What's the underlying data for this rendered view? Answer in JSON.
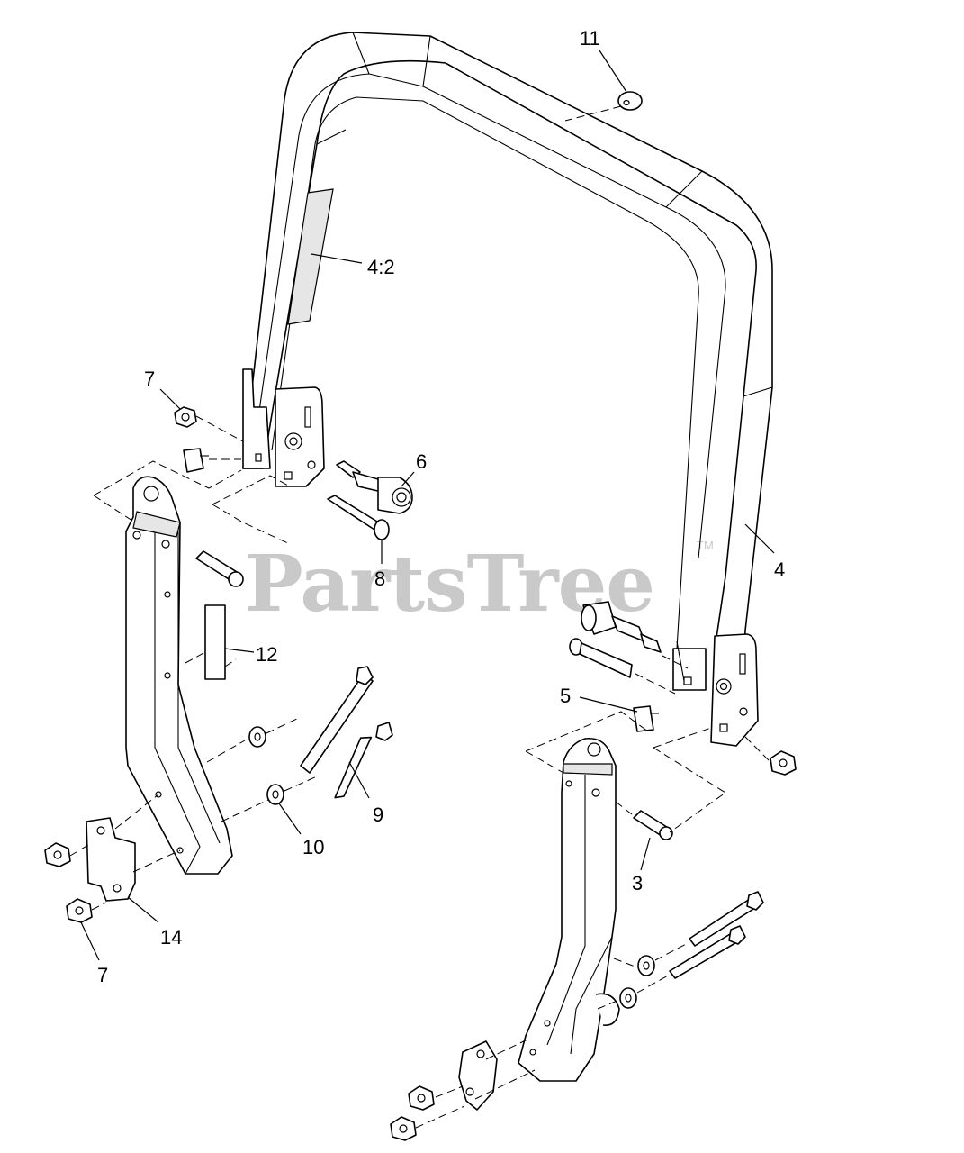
{
  "watermark": {
    "text": "PartsTree",
    "trademark": "TM"
  },
  "callouts": [
    {
      "id": "c-11",
      "label": "11"
    },
    {
      "id": "c-4-2",
      "label": "4:2"
    },
    {
      "id": "c-7-top",
      "label": "7"
    },
    {
      "id": "c-6",
      "label": "6"
    },
    {
      "id": "c-8",
      "label": "8"
    },
    {
      "id": "c-4",
      "label": "4"
    },
    {
      "id": "c-12",
      "label": "12"
    },
    {
      "id": "c-5",
      "label": "5"
    },
    {
      "id": "c-9",
      "label": "9"
    },
    {
      "id": "c-10",
      "label": "10"
    },
    {
      "id": "c-3",
      "label": "3"
    },
    {
      "id": "c-14",
      "label": "14"
    },
    {
      "id": "c-7-bottom",
      "label": "7"
    }
  ]
}
